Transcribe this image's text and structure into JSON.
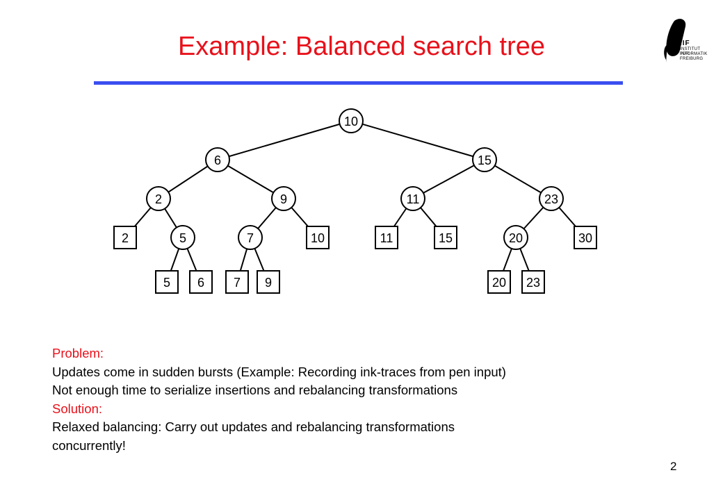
{
  "slide": {
    "title": "Example: Balanced search tree",
    "page_number": "2",
    "accent_color": "#e8101a",
    "rule_color": "#3a4ef0"
  },
  "logo": {
    "mark": "IIF",
    "line1": "INSTITUT FÜR",
    "line2": "INFORMATIK",
    "line3": "FREIBURG"
  },
  "tree": {
    "nodes": [
      {
        "id": "n10",
        "label": "10",
        "shape": "circle"
      },
      {
        "id": "n6",
        "label": "6",
        "shape": "circle"
      },
      {
        "id": "n15",
        "label": "15",
        "shape": "circle"
      },
      {
        "id": "n2",
        "label": "2",
        "shape": "circle"
      },
      {
        "id": "n9",
        "label": "9",
        "shape": "circle"
      },
      {
        "id": "n11",
        "label": "11",
        "shape": "circle"
      },
      {
        "id": "n23",
        "label": "23",
        "shape": "circle"
      },
      {
        "id": "l2",
        "label": "2",
        "shape": "square"
      },
      {
        "id": "n5",
        "label": "5",
        "shape": "circle"
      },
      {
        "id": "n7",
        "label": "7",
        "shape": "circle"
      },
      {
        "id": "l10",
        "label": "10",
        "shape": "square"
      },
      {
        "id": "l11",
        "label": "11",
        "shape": "square"
      },
      {
        "id": "l15",
        "label": "15",
        "shape": "square"
      },
      {
        "id": "n20",
        "label": "20",
        "shape": "circle"
      },
      {
        "id": "l30",
        "label": "30",
        "shape": "square"
      },
      {
        "id": "l5",
        "label": "5",
        "shape": "square"
      },
      {
        "id": "l6",
        "label": "6",
        "shape": "square"
      },
      {
        "id": "l7",
        "label": "7",
        "shape": "square"
      },
      {
        "id": "l9",
        "label": "9",
        "shape": "square"
      },
      {
        "id": "l20",
        "label": "20",
        "shape": "square"
      },
      {
        "id": "l23",
        "label": "23",
        "shape": "square"
      }
    ],
    "edges": [
      [
        "n10",
        "n6"
      ],
      [
        "n10",
        "n15"
      ],
      [
        "n6",
        "n2"
      ],
      [
        "n6",
        "n9"
      ],
      [
        "n15",
        "n11"
      ],
      [
        "n15",
        "n23"
      ],
      [
        "n2",
        "l2"
      ],
      [
        "n2",
        "n5"
      ],
      [
        "n9",
        "n7"
      ],
      [
        "n9",
        "l10"
      ],
      [
        "n11",
        "l11"
      ],
      [
        "n11",
        "l15"
      ],
      [
        "n23",
        "n20"
      ],
      [
        "n23",
        "l30"
      ],
      [
        "n5",
        "l5"
      ],
      [
        "n5",
        "l6"
      ],
      [
        "n7",
        "l7"
      ],
      [
        "n7",
        "l9"
      ],
      [
        "n20",
        "l20"
      ],
      [
        "n20",
        "l23"
      ]
    ]
  },
  "body": {
    "problem_heading": "Problem:",
    "problem_line1": "Updates come in sudden bursts (Example: Recording ink-traces from pen input)",
    "problem_line2": "Not enough time to serialize insertions and rebalancing transformations",
    "solution_heading": "Solution:",
    "solution_line1": "Relaxed balancing: Carry out updates and rebalancing transformations",
    "solution_line2": "concurrently!"
  }
}
